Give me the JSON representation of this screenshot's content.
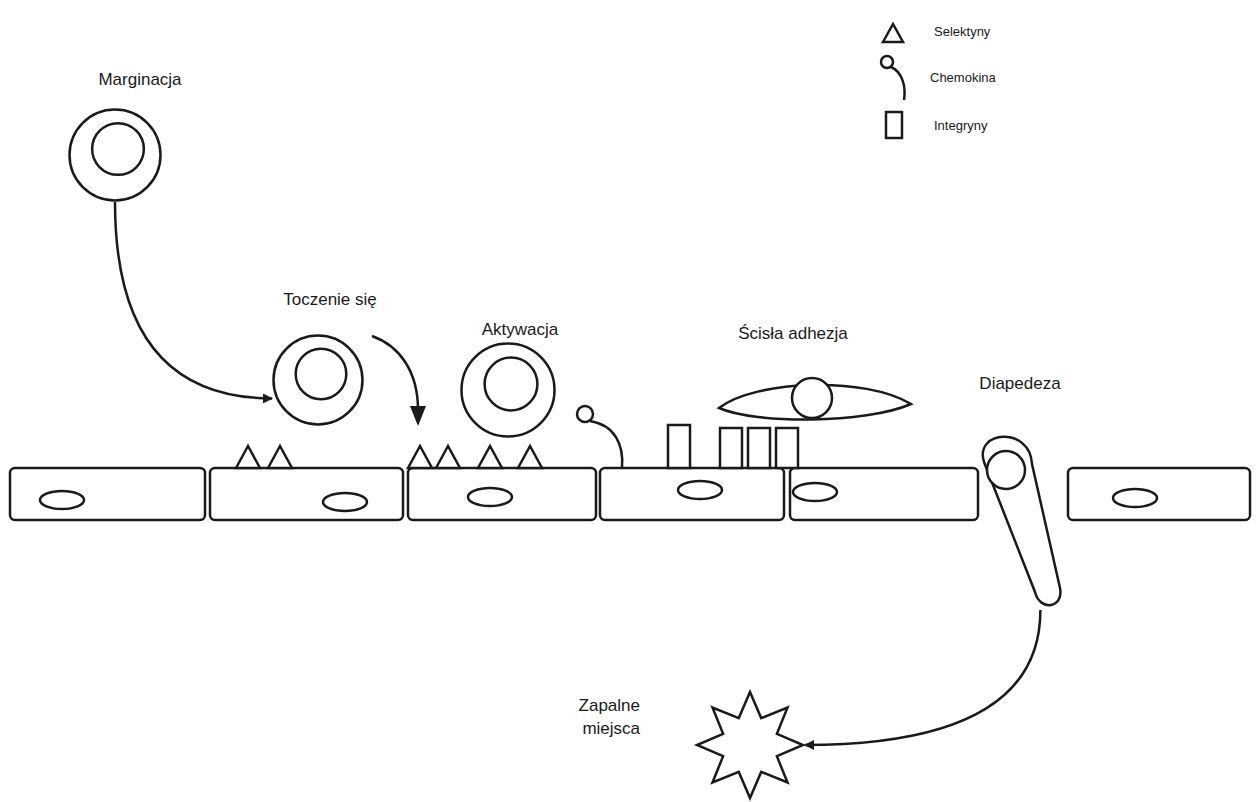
{
  "diagram": {
    "nodes": [
      {
        "text": [
          "Marginacja"
        ]
      },
      {
        "text": [
          "Toczenie się"
        ]
      },
      {
        "text": [
          "Aktywacja"
        ]
      },
      {
        "text": [
          "Ścisła adhezja"
        ]
      },
      {
        "text": [
          "Diapedeza"
        ]
      },
      {
        "text": [
          "Zapalne miejsca"
        ]
      }
    ],
    "edges": [
      {
        "from": 0,
        "to": 1,
        "arrow": "to"
      },
      {
        "from": 4,
        "to": 5,
        "arrow": "to"
      }
    ],
    "legend": [
      {
        "text": "Selektyny"
      },
      {
        "text": "Chemokina"
      },
      {
        "text": "Integryny"
      }
    ]
  }
}
